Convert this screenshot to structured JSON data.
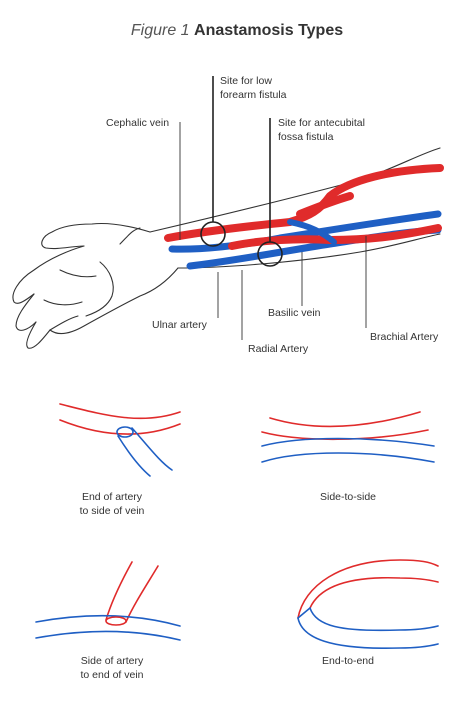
{
  "title": {
    "figure_label": "Figure 1",
    "name": "Anastamosis Types"
  },
  "labels": {
    "site_low": "Site for low\nforearm fistula",
    "site_antecubital": "Site for antecubital\nfossa fistula",
    "cephalic_vein": "Cephalic vein",
    "ulnar_artery": "Ulnar artery",
    "radial_artery": "Radial Artery",
    "basilic_vein": "Basilic vein",
    "brachial_artery": "Brachial Artery"
  },
  "captions": {
    "end_to_side": "End of artery\nto side of vein",
    "side_to_side": "Side-to-side",
    "side_to_end": "Side of artery\nto end of vein",
    "end_to_end": "End-to-end"
  },
  "colors": {
    "artery": "#e02b2b",
    "vein": "#1f5fc4",
    "outline": "#333333"
  }
}
